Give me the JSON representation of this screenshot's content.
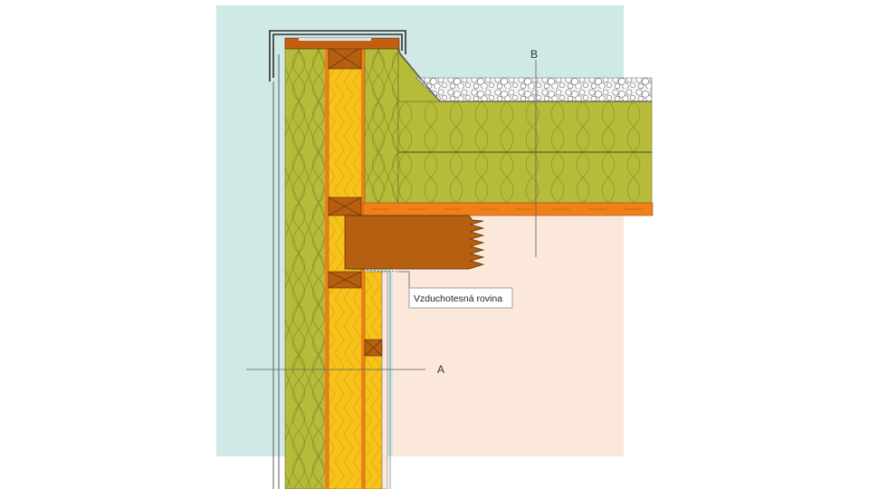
{
  "detail": {
    "callout_airtight_plane": "Vzduchotesná rovina",
    "section_marker_a": "A",
    "section_marker_b": "B"
  },
  "colors": {
    "exterior_background": "#cfe9e7",
    "interior_background": "#fbe8da",
    "mineral_wool": "#b7bb3a",
    "wood_fiber_insulation": "#f7c21a",
    "timber": "#b55f10",
    "membrane": "#f08017",
    "gravel": "#f4f4f4",
    "roof_edge_cap": "#c25e12",
    "line": "#5f5f5f"
  }
}
